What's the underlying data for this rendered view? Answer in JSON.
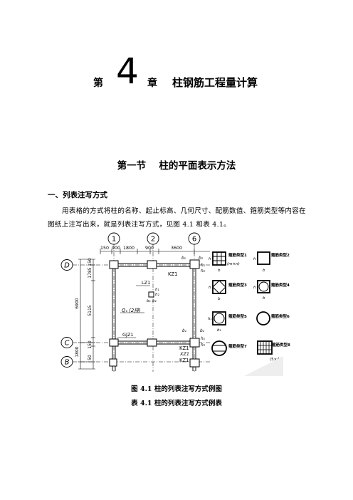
{
  "chapter": {
    "prefix": "第",
    "number": "4",
    "suffix": "章",
    "title": "柱钢筋工程量计算"
  },
  "section_title": {
    "number": "第一节",
    "name": "柱的平面表示方法"
  },
  "subsection_title": "一、列表注写方式",
  "paragraph": "用表格的方式将柱的名称、起止标高、几何尺寸、配筋数值、箍筋类型等内容在图纸上注写出来，就是列表注写方式，见图 4.1 和表 4.1。",
  "figure": {
    "axis_top": [
      "1",
      "2",
      "6"
    ],
    "axis_left": [
      "D",
      "C",
      "B"
    ],
    "top_dims": [
      "150",
      "900",
      "1800",
      "900",
      "3600"
    ],
    "left_dims": [
      "1785",
      "150",
      "6900",
      "5115",
      "50",
      "150",
      "1800"
    ],
    "labels": {
      "kz1_a": "KZ1",
      "lz1": "LZ1",
      "q1": "Q₁ (2排)",
      "gjz1": "GJZ1",
      "kz1_b": "KZ1",
      "xz1": "XZ1",
      "kz1_c": "KZ1",
      "b1_a": "b₁",
      "b2_a": "b₂",
      "h1_a": "h₁",
      "h2_a": "h₂",
      "b1_lz": "b₁",
      "b2_lz": "b₂",
      "h1_lz": "h₁",
      "h2_lz": "h₂",
      "b1_b": "b₁",
      "b2_b": "b₂",
      "h1_b": "h₁",
      "h2_b": "h₂"
    },
    "stirrups": [
      {
        "label": "箍筋类型1",
        "sub": "(m×n)",
        "dim_b": "b",
        "dim_h": "h"
      },
      {
        "label": "箍筋类型2",
        "dim_b": "b",
        "dim_h": "h"
      },
      {
        "label": "箍筋类型3",
        "dim_b": "b",
        "dim_h": "h"
      },
      {
        "label": "箍筋类型4",
        "dim_b": "b",
        "dim_h": "h"
      },
      {
        "label": "箍筋类型5",
        "dim_b": "b₁",
        "dim_h": "h₁"
      },
      {
        "label": "箍筋类型6"
      },
      {
        "label": "箍筋类型7"
      },
      {
        "label": "箍筋类型8",
        "sub": "(5×4)"
      }
    ]
  },
  "caption_figure": "图 4.1  柱的列表注写方式例图",
  "caption_table": "表 4.1  柱的列表注写方式例表"
}
